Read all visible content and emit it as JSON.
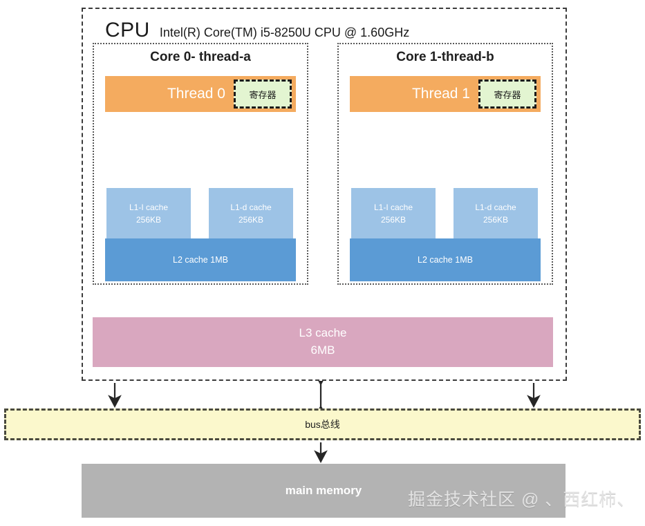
{
  "cpu": {
    "title": "CPU",
    "model": "Intel(R) Core(TM) i5-8250U CPU @ 1.60GHz"
  },
  "cores": [
    {
      "title": "Core 0- thread-a",
      "thread_label": "Thread 0",
      "register_label": "寄存器",
      "l1i": {
        "name": "L1-I cache",
        "size": "256KB"
      },
      "l1d": {
        "name": "L1-d cache",
        "size": "256KB"
      },
      "l2": "L2 cache 1MB"
    },
    {
      "title": "Core 1-thread-b",
      "thread_label": "Thread 1",
      "register_label": "寄存器",
      "l1i": {
        "name": "L1-I cache",
        "size": "256KB"
      },
      "l1d": {
        "name": "L1-d cache",
        "size": "256KB"
      },
      "l2": "L2 cache 1MB"
    }
  ],
  "l3": {
    "name": "L3 cache",
    "size": "6MB"
  },
  "bus": {
    "label": "bus总线"
  },
  "memory": {
    "label": "main memory"
  },
  "watermark": {
    "text": "掘金技术社区 @ 、西红柿、"
  },
  "colors": {
    "thread_bar": "#f4ab5f",
    "register_fill": "#e3f5d1",
    "l1_cache": "#9dc3e6",
    "l2_cache": "#5b9bd5",
    "l3_cache": "#d9a7bf",
    "bus_fill": "#fbf8cc",
    "memory_fill": "#b3b3b3",
    "arrow": "#262626"
  }
}
